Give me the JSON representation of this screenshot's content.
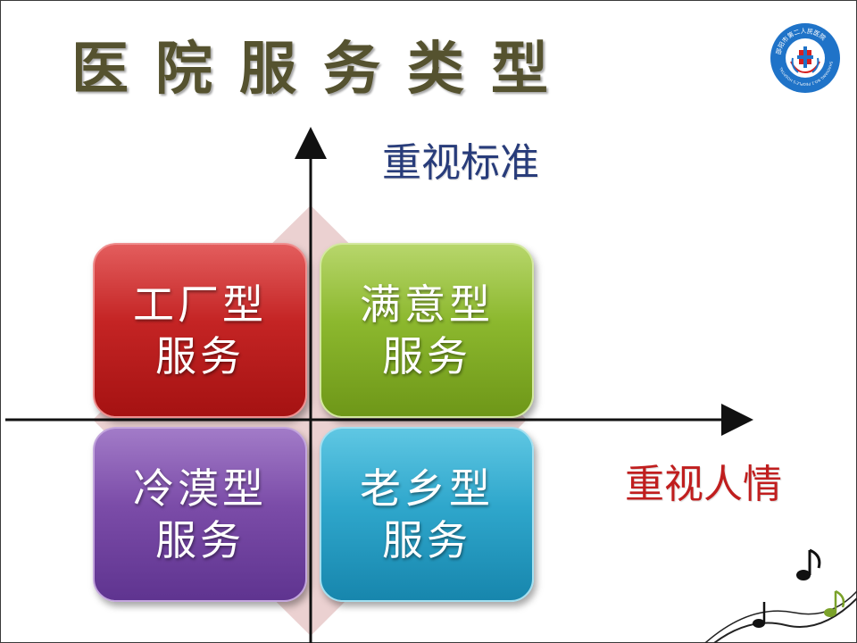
{
  "title": "医院服务类型",
  "logo": {
    "ring_text": "邵阳市第二人民医院",
    "ring_text_en": "SHAOYANG NO.2 PEOPLE'S HOSPITAL",
    "color": "#1f73c8"
  },
  "axes": {
    "vertical_label": "重视标准",
    "horizontal_label": "重视人情"
  },
  "quadrants": {
    "top_left": {
      "line1": "工厂型",
      "line2": "服务",
      "color": "#c42424"
    },
    "top_right": {
      "line1": "满意型",
      "line2": "服务",
      "color": "#8cb82e"
    },
    "bottom_left": {
      "line1": "冷漠型",
      "line2": "服务",
      "color": "#7b4ca8"
    },
    "bottom_right": {
      "line1": "老乡型",
      "line2": "服务",
      "color": "#2fa7cc"
    }
  },
  "decoration": {
    "background_diamond_color": "#e8c9c9",
    "notes_icon": "music-notes-icon"
  }
}
